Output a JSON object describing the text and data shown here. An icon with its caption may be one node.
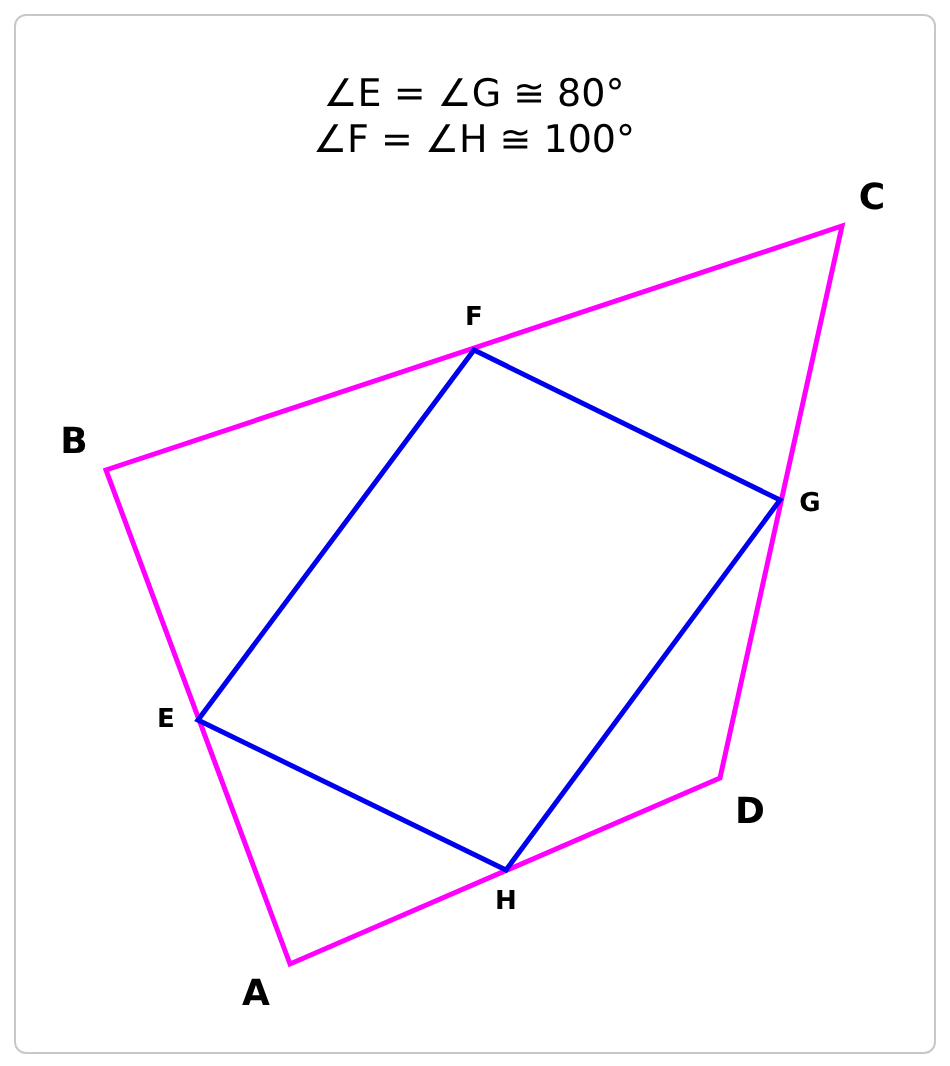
{
  "diagram": {
    "labels": [
      "∠E = ∠G ≅ 80°",
      "∠F = ∠H ≅ 100°",
      "C",
      "F",
      "B",
      "G",
      "E",
      "D",
      "H",
      "A"
    ]
  }
}
